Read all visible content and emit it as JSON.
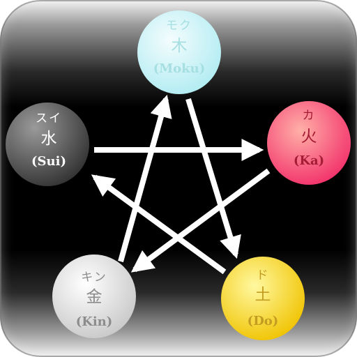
{
  "elements": [
    {
      "key": "moku",
      "katakana": "モク",
      "kanji": "木",
      "romaji": "(Moku)",
      "text_color": "#a6dfe2",
      "fill_inner": "#f4fcfd",
      "fill_outer": "#b0ecf2"
    },
    {
      "key": "ka",
      "katakana": "カ",
      "kanji": "火",
      "romaji": "(Ka)",
      "text_color": "#a51c35",
      "fill_inner": "#ffb0a8",
      "fill_outer": "#f2306a"
    },
    {
      "key": "do",
      "katakana": "ド",
      "kanji": "土",
      "romaji": "(Do)",
      "text_color": "#c29d22",
      "fill_inner": "#fff8a0",
      "fill_outer": "#f0c300"
    },
    {
      "key": "kin",
      "katakana": "キン",
      "kanji": "金",
      "romaji": "(Kin)",
      "text_color": "#8c8c8c",
      "fill_inner": "#ffffff",
      "fill_outer": "#c8c8c8"
    },
    {
      "key": "sui",
      "katakana": "スイ",
      "kanji": "水",
      "romaji": "(Sui)",
      "text_color": "#ffffff",
      "fill_inner": "#9a9a9a",
      "fill_outer": "#333333"
    }
  ],
  "theme": {
    "arrow_color": "#ffffff",
    "background": "#000000"
  }
}
